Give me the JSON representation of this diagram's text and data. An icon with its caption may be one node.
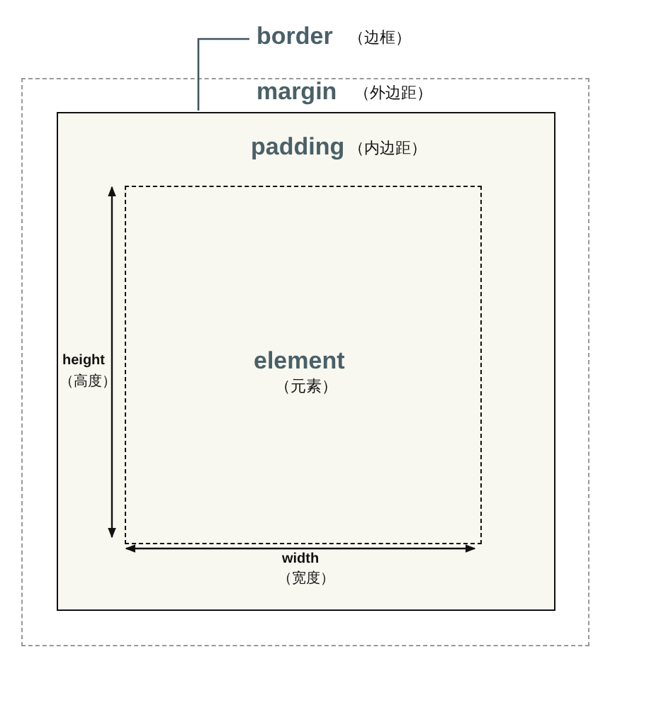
{
  "diagram": {
    "nodes": [
      {
        "text": [
          "margin",
          "（外边距）"
        ]
      },
      {
        "text": [
          "padding",
          "（内边距）"
        ],
        "in": 0
      },
      {
        "text": [
          "element",
          "（元素）"
        ],
        "in": 1
      },
      {
        "text": [
          "border",
          "（边框）"
        ]
      }
    ],
    "edges": [
      {
        "from": 3,
        "to": 1,
        "arrow": "none"
      }
    ],
    "labels": [
      "height",
      "（高度）",
      "width",
      "（宽度）"
    ]
  }
}
